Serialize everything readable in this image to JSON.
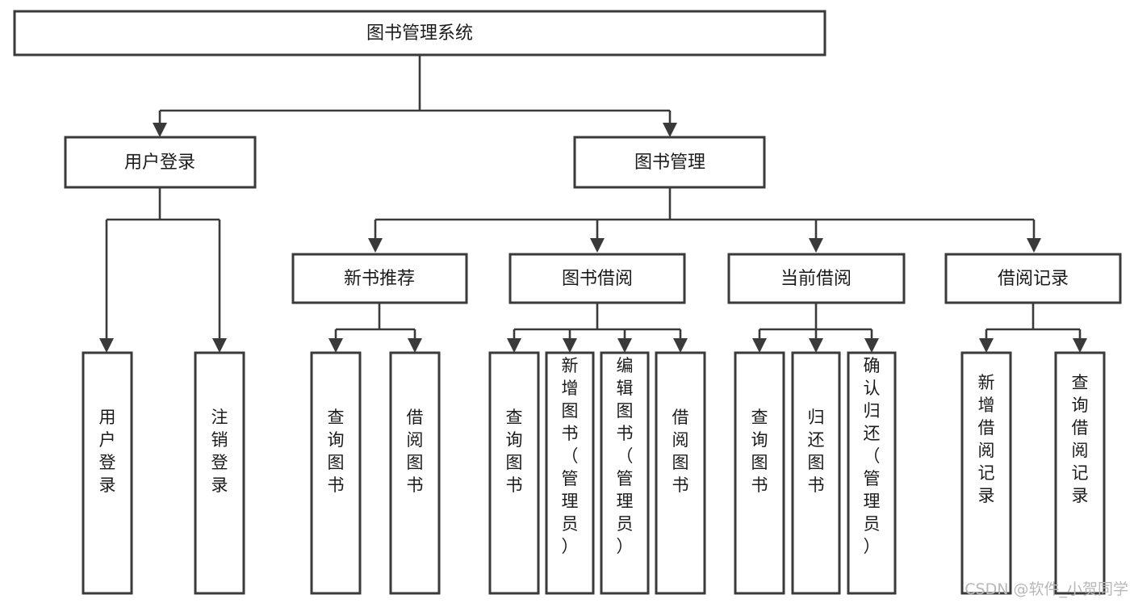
{
  "diagram": {
    "type": "tree",
    "title": "图书管理系统",
    "orientation": "top-down",
    "colors": {
      "box_stroke": "#3a3a3a",
      "box_fill": "#ffffff",
      "connector": "#3a3a3a",
      "label": "#1b1b1b",
      "watermark": "#b8b8b8",
      "background": "#ffffff"
    },
    "root": {
      "id": "root",
      "label": "图书管理系统",
      "orientation": "horizontal"
    },
    "level2": [
      {
        "id": "user-login",
        "label": "用户登录",
        "orientation": "horizontal"
      },
      {
        "id": "book-management",
        "label": "图书管理",
        "orientation": "horizontal"
      }
    ],
    "level3": [
      {
        "id": "new-book-recommend",
        "label": "新书推荐",
        "orientation": "horizontal",
        "parent": "book-management"
      },
      {
        "id": "book-borrow",
        "label": "图书借阅",
        "orientation": "horizontal",
        "parent": "book-management"
      },
      {
        "id": "current-borrow",
        "label": "当前借阅",
        "orientation": "horizontal",
        "parent": "book-management"
      },
      {
        "id": "borrow-record",
        "label": "借阅记录",
        "orientation": "horizontal",
        "parent": "book-management"
      }
    ],
    "leaves": [
      {
        "id": "leaf-user-login",
        "label": "用户登录",
        "orientation": "vertical",
        "parent": "user-login"
      },
      {
        "id": "leaf-logout-login",
        "label": "注销登录",
        "orientation": "vertical",
        "parent": "user-login"
      },
      {
        "id": "leaf-query-book-1",
        "label": "查询图书",
        "orientation": "vertical",
        "parent": "new-book-recommend"
      },
      {
        "id": "leaf-borrow-book-1",
        "label": "借阅图书",
        "orientation": "vertical",
        "parent": "new-book-recommend"
      },
      {
        "id": "leaf-query-book-2",
        "label": "查询图书",
        "orientation": "vertical",
        "parent": "book-borrow"
      },
      {
        "id": "leaf-add-book",
        "label": "新增图书（管理员）",
        "orientation": "vertical",
        "parent": "book-borrow"
      },
      {
        "id": "leaf-edit-book",
        "label": "编辑图书（管理员）",
        "orientation": "vertical",
        "parent": "book-borrow"
      },
      {
        "id": "leaf-borrow-book-2",
        "label": "借阅图书",
        "orientation": "vertical",
        "parent": "book-borrow"
      },
      {
        "id": "leaf-query-book-3",
        "label": "查询图书",
        "orientation": "vertical",
        "parent": "current-borrow"
      },
      {
        "id": "leaf-return-book",
        "label": "归还图书",
        "orientation": "vertical",
        "parent": "current-borrow"
      },
      {
        "id": "leaf-confirm-return",
        "label": "确认归还（管理员）",
        "orientation": "vertical",
        "parent": "current-borrow"
      },
      {
        "id": "leaf-add-record",
        "label": "新增借阅记录",
        "orientation": "vertical",
        "parent": "borrow-record"
      },
      {
        "id": "leaf-query-record",
        "label": "查询借阅记录",
        "orientation": "vertical",
        "parent": "borrow-record"
      }
    ],
    "watermark": "CSDN @软件_小贺同学"
  }
}
